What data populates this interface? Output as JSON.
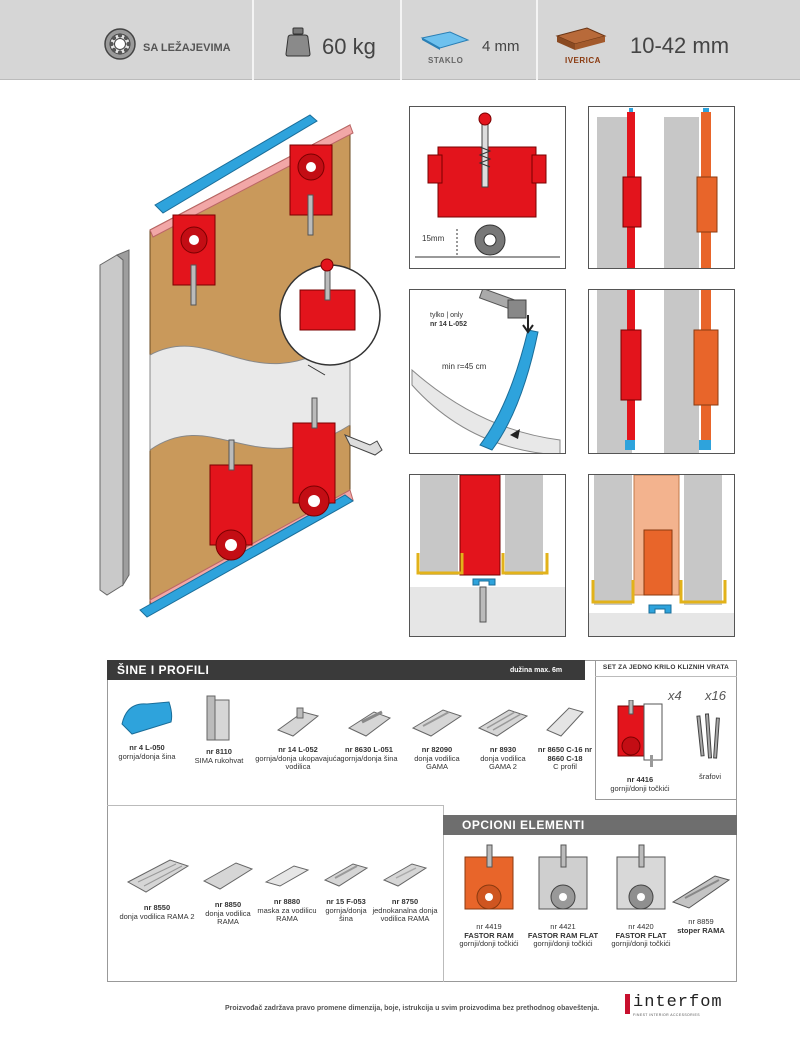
{
  "header": {
    "bearing_label": "SA LEŽAJEVIMA",
    "weight": "60 kg",
    "glass_label": "STAKLO",
    "glass_thickness": "4 mm",
    "chipboard_label": "IVERICA",
    "chipboard_thickness": "10-42 mm"
  },
  "diagrams": {
    "clearance_label": "15mm",
    "only_label_line1": "tylko | only",
    "only_label_line2": "nr 14 L-052",
    "radius_label": "min r=45 cm"
  },
  "catalog": {
    "title": "ŠINE I PROFILI",
    "max_length": "dužina max. 6m",
    "items_row1": [
      {
        "code": "nr 4 L-050",
        "desc": "gornja/donja šina"
      },
      {
        "code": "nr 8110",
        "desc": "SIMA rukohvat"
      },
      {
        "code": "nr 14 L-052",
        "desc": "gornja/donja ukopavajuća vodilica"
      },
      {
        "code": "nr 8630 L-051",
        "desc": "gornja/donja šina"
      },
      {
        "code": "nr 82090",
        "desc": "donja vodilica GAMA"
      },
      {
        "code": "nr 8930",
        "desc": "donja vodilica GAMA 2"
      },
      {
        "code": "nr 8650 C-16 nr 8660 C-18",
        "desc": "C profil"
      }
    ],
    "items_row2": [
      {
        "code": "nr 8550",
        "desc": "donja vodilica RAMA 2"
      },
      {
        "code": "nr 8850",
        "desc": "donja vodilica RAMA"
      },
      {
        "code": "nr 8880",
        "desc": "maska za vodilicu RAMA"
      },
      {
        "code": "nr 15 F-053",
        "desc": "gornja/donja šina"
      },
      {
        "code": "nr 8750",
        "desc": "jednokanalna donja vodilica RAMA"
      }
    ]
  },
  "set": {
    "title": "SET ZA JEDNO KRILO KLIZNIH VRATA",
    "qty_wheels": "x4",
    "qty_screws": "x16",
    "wheels_code": "nr 4416",
    "wheels_desc": "gornji/donji točkići",
    "screws_desc": "šrafovi"
  },
  "optional": {
    "title": "OPCIONI ELEMENTI",
    "items": [
      {
        "code": "nr 4419",
        "name": "FASTOR RAM",
        "desc": "gornji/donji točkići"
      },
      {
        "code": "nr 4421",
        "name": "FASTOR RAM FLAT",
        "desc": "gornji/donji točkići"
      },
      {
        "code": "nr 4420",
        "name": "FASTOR FLAT",
        "desc": "gornji/donji točkići"
      },
      {
        "code": "nr 8859",
        "name": "stoper RAMA",
        "desc": ""
      }
    ]
  },
  "footer": {
    "disclaimer": "Proizvođač zadržava pravo promene dimenzija, boje, istrukcija u svim proizvodima bez prethodnog obaveštenja.",
    "brand": "interfom",
    "brand_sub": "FINEST INTERIOR ACCESSORIES"
  },
  "colors": {
    "header_bg": "#d6d6d6",
    "wheel_red": "#e3141c",
    "wheel_orange": "#e8652a",
    "rail_blue": "#2ea3dc",
    "door_wood": "#c9995b",
    "door_pink": "#f2a7a7",
    "panel_gray": "#c7c7c7",
    "dark_bar": "#3a3a3a"
  },
  "icons": [
    "bearing-icon",
    "weight-icon",
    "glass-icon",
    "chipboard-icon"
  ]
}
